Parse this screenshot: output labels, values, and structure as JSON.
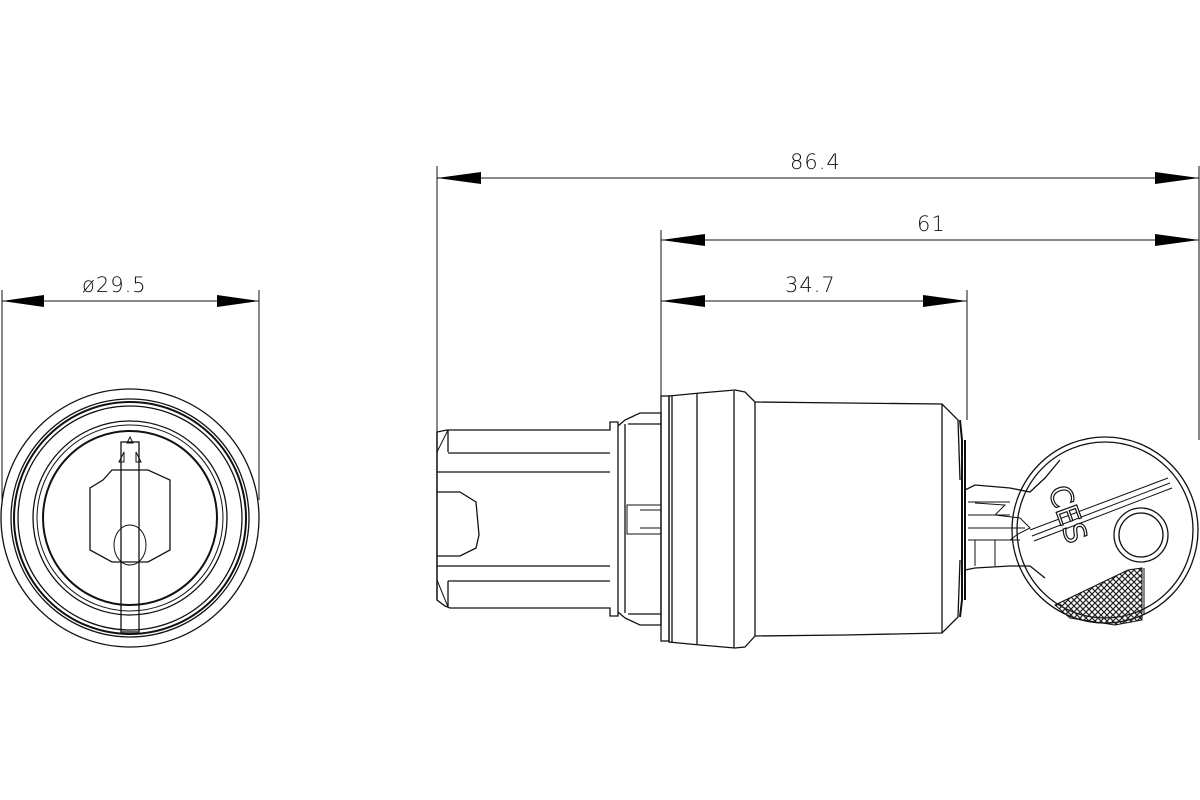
{
  "drawing": {
    "type": "technical-drawing",
    "subject": "key-operated selector switch",
    "line_color": "#111111",
    "background": "#ffffff"
  },
  "front_view": {
    "diameter_label": "ø29.5"
  },
  "side_view": {
    "dimensions": {
      "overall_length": "86.4",
      "front_length": "61",
      "body_length": "34.7"
    },
    "key_marking": "CES"
  }
}
